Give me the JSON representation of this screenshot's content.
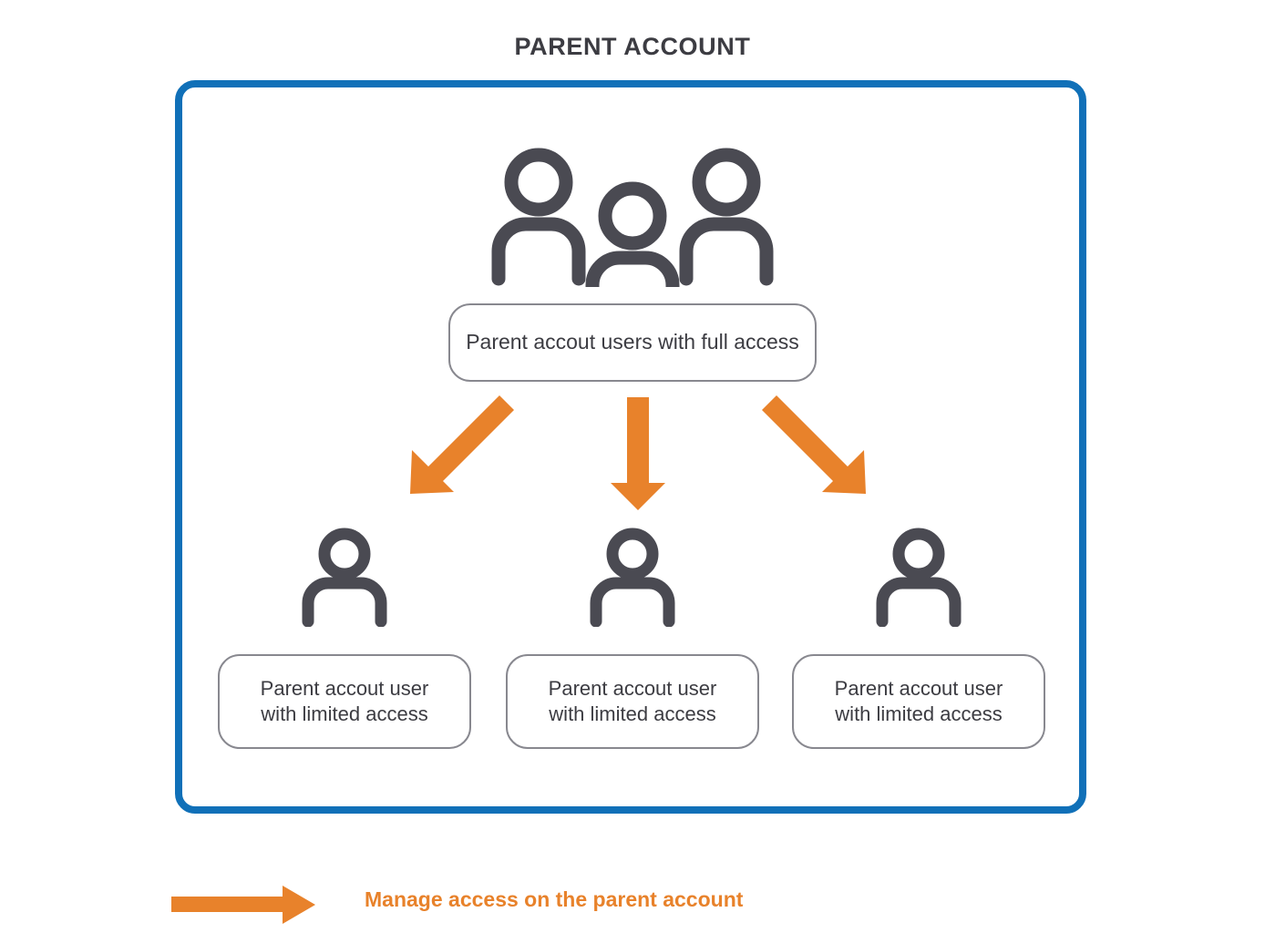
{
  "title": "PARENT ACCOUNT",
  "colors": {
    "frame_blue": "#1070b8",
    "arrow_orange": "#e8822b",
    "icon_gray": "#4a4a52",
    "pill_border_gray": "#88888f",
    "text_dark": "#3c3c42",
    "background": "#ffffff"
  },
  "top_node": {
    "icon": "three-people-icon",
    "label": "Parent accout users with full access"
  },
  "arrows": [
    {
      "name": "arrow-to-child-1",
      "direction": "down-left",
      "color": "#e8822b"
    },
    {
      "name": "arrow-to-child-2",
      "direction": "down",
      "color": "#e8822b"
    },
    {
      "name": "arrow-to-child-3",
      "direction": "down-right",
      "color": "#e8822b"
    }
  ],
  "child_nodes": [
    {
      "icon": "person-icon",
      "label_line1": "Parent accout user",
      "label_line2": "with limited access"
    },
    {
      "icon": "person-icon",
      "label_line1": "Parent accout user",
      "label_line2": "with limited access"
    },
    {
      "icon": "person-icon",
      "label_line1": "Parent accout user",
      "label_line2": "with limited access"
    }
  ],
  "legend": {
    "icon": "right-arrow-icon",
    "label": "Manage access on the parent account"
  }
}
